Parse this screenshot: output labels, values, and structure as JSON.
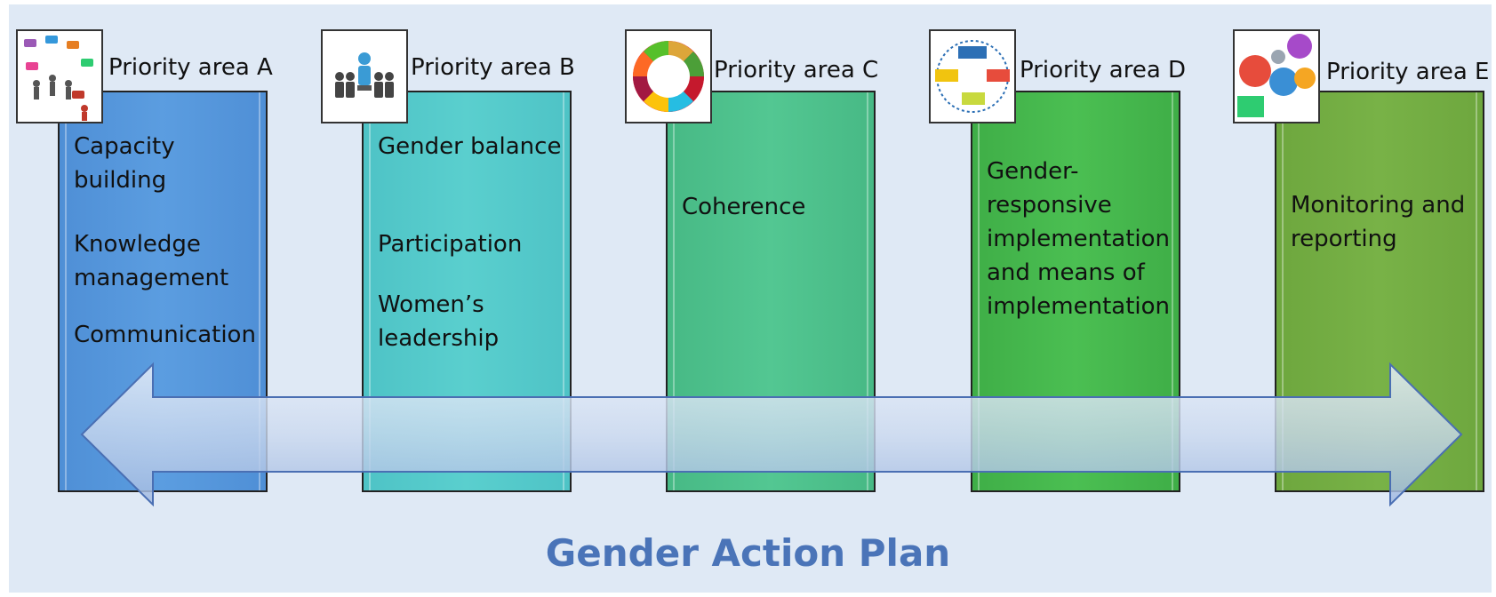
{
  "title": "Gender Action Plan",
  "areas": [
    {
      "label": "Priority area A",
      "items": [
        "Capacity building",
        "Knowledge management",
        "Communication"
      ]
    },
    {
      "label": "Priority area B",
      "items": [
        "Gender balance",
        "Participation",
        "Women’s leadership"
      ]
    },
    {
      "label": "Priority area C",
      "items": [
        "Coherence"
      ]
    },
    {
      "label": "Priority area D",
      "items": [
        "Gender-responsive implementation and means of implementation"
      ]
    },
    {
      "label": "Priority area E",
      "items": [
        "Monitoring and reporting"
      ]
    }
  ],
  "icons": [
    "people-speech-bubbles-icon",
    "leader-group-icon",
    "sdg-wheel-icon",
    "cycle-diagram-icon",
    "puzzle-gears-icon"
  ],
  "colors": {
    "area_a": "#5b9de0",
    "area_b": "#5acfce",
    "area_c": "#53c792",
    "area_d": "#4bbf52",
    "area_e": "#78b247",
    "title": "#4a74b8",
    "background": "#dfe9f5"
  }
}
